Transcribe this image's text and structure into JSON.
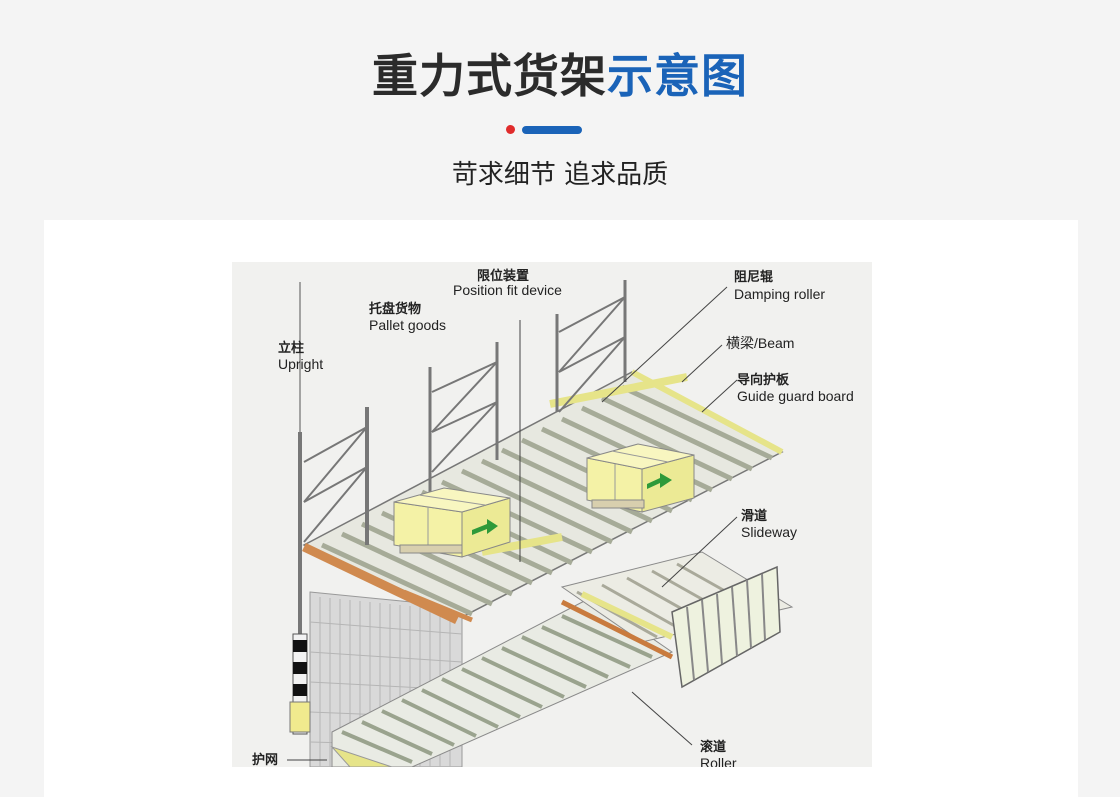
{
  "header": {
    "title_dark": "重力式货架",
    "title_blue": "示意图",
    "subtitle": "苛求细节 追求品质"
  },
  "colors": {
    "title_dark": "#2b2b2b",
    "accent_blue": "#1a63b8",
    "accent_red": "#e02b2b",
    "box_yellow": "#f4f2a6",
    "beam_orange": "#d08a4f",
    "arrow_green": "#2e9a3a"
  },
  "diagram": {
    "labels": {
      "upright": {
        "cn": "立柱",
        "en": "Upright"
      },
      "pallet": {
        "cn": "托盘货物",
        "en": "Pallet goods"
      },
      "position": {
        "cn": "限位装置",
        "en": "Position fit device"
      },
      "damping": {
        "cn": "阻尼辊",
        "en": "Damping roller"
      },
      "beam": {
        "text": "横梁/Beam"
      },
      "guide": {
        "cn": "导向护板",
        "en": "Guide guard board"
      },
      "slideway": {
        "cn": "滑道",
        "en": "Slideway"
      },
      "roller": {
        "cn": "滚道",
        "en": "Roller"
      },
      "net": {
        "cn": "护网"
      }
    }
  }
}
